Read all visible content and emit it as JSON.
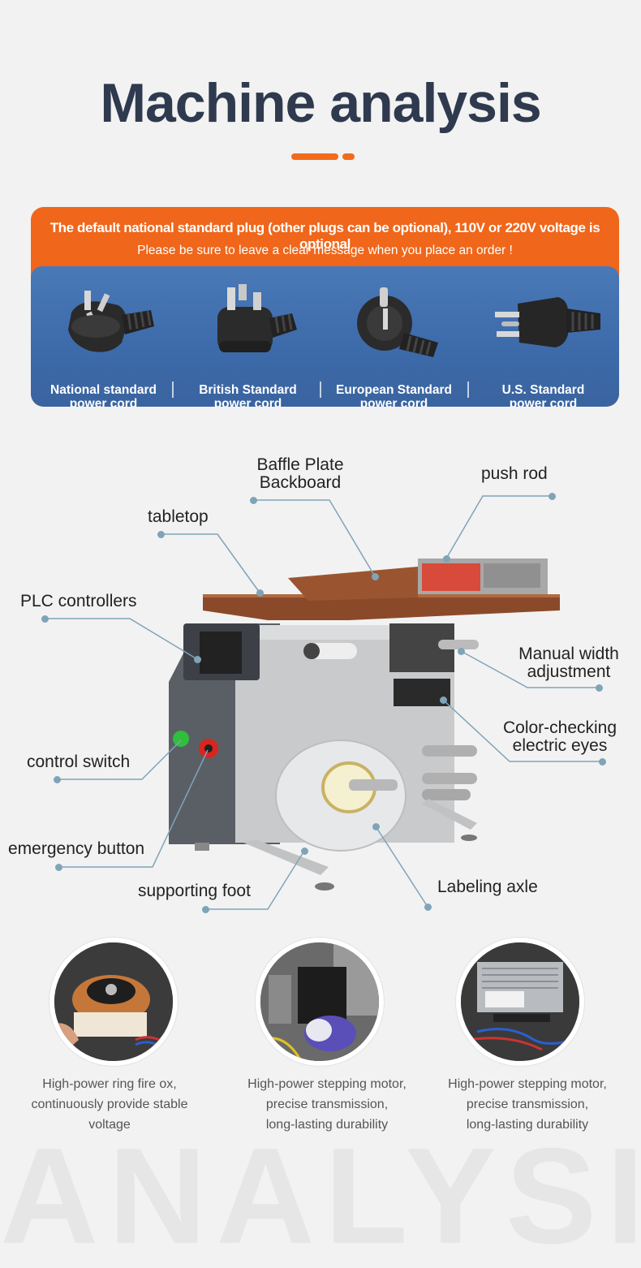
{
  "title": "Machine analysis",
  "colors": {
    "accent": "#f36b1c",
    "title": "#2f3a4f",
    "banner_blue": "#4270b0",
    "callout_line": "#7fa4b8"
  },
  "banner": {
    "line1": "The default national standard plug (other plugs can be optional), 110V or 220V voltage is optional",
    "line2": "Please be sure to leave a clear message when you place an order !",
    "plugs": [
      {
        "label_1": "National standard",
        "label_2": "power cord",
        "icon": "chinese-plug-icon"
      },
      {
        "label_1": "British Standard",
        "label_2": "power cord",
        "icon": "british-plug-icon"
      },
      {
        "label_1": "European Standard",
        "label_2": "power cord",
        "icon": "european-plug-icon"
      },
      {
        "label_1": "U.S. Standard",
        "label_2": "power cord",
        "icon": "us-plug-icon"
      }
    ]
  },
  "callouts": {
    "baffle_1": "Baffle Plate",
    "baffle_2": "Backboard",
    "push_rod": "push rod",
    "tabletop": "tabletop",
    "plc": "PLC  controllers",
    "manual_1": "Manual width",
    "manual_2": "adjustment",
    "color_1": "Color-checking",
    "color_2": "electric eyes",
    "control_switch": "control switch",
    "emergency": "emergency button",
    "foot": "supporting foot",
    "axle": "Labeling axle"
  },
  "features": [
    {
      "line_1": "High-power ring fire ox,",
      "line_2": "continuously provide stable voltage",
      "line_3": ""
    },
    {
      "line_1": "High-power stepping motor,",
      "line_2": "precise transmission,",
      "line_3": "long-lasting durability"
    },
    {
      "line_1": "High-power stepping motor,",
      "line_2": "precise transmission,",
      "line_3": "long-lasting durability"
    }
  ],
  "watermark": "ANALYSIS"
}
